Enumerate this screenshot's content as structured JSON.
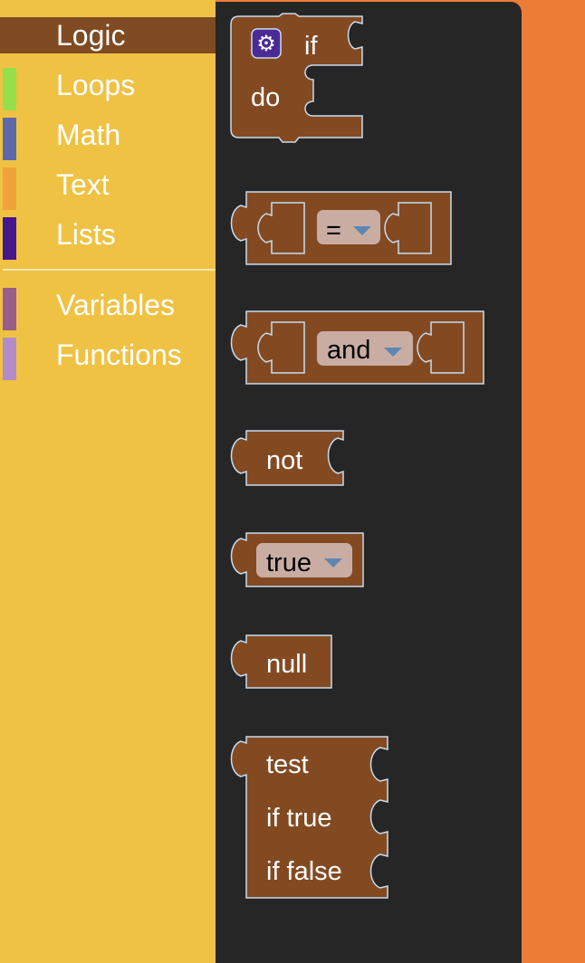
{
  "toolbox": {
    "categories": [
      {
        "label": "Logic",
        "color": "#804A22",
        "selected": true
      },
      {
        "label": "Loops",
        "color": "#95E04A"
      },
      {
        "label": "Math",
        "color": "#5E6AA8"
      },
      {
        "label": "Text",
        "color": "#F0A33A"
      },
      {
        "label": "Lists",
        "color": "#45178C"
      },
      {
        "label": "Variables",
        "color": "#9A5E8A"
      },
      {
        "label": "Functions",
        "color": "#B28CC8"
      }
    ]
  },
  "flyout": {
    "if_block": {
      "if_label": "if",
      "do_label": "do",
      "gear_icon": "gear-icon"
    },
    "compare_block": {
      "operator": "="
    },
    "logic_op_block": {
      "operator": "and"
    },
    "not_block": {
      "label": "not"
    },
    "boolean_block": {
      "value": "true"
    },
    "null_block": {
      "label": "null"
    },
    "ternary_block": {
      "test_label": "test",
      "if_true_label": "if true",
      "if_false_label": "if false"
    }
  },
  "colors": {
    "toolbox_bg": "#EFC244",
    "flyout_bg": "#262626",
    "workspace_bg": "#ED7D36",
    "block_fill": "#834A22",
    "dropdown_fill": "#C9ADA3"
  }
}
